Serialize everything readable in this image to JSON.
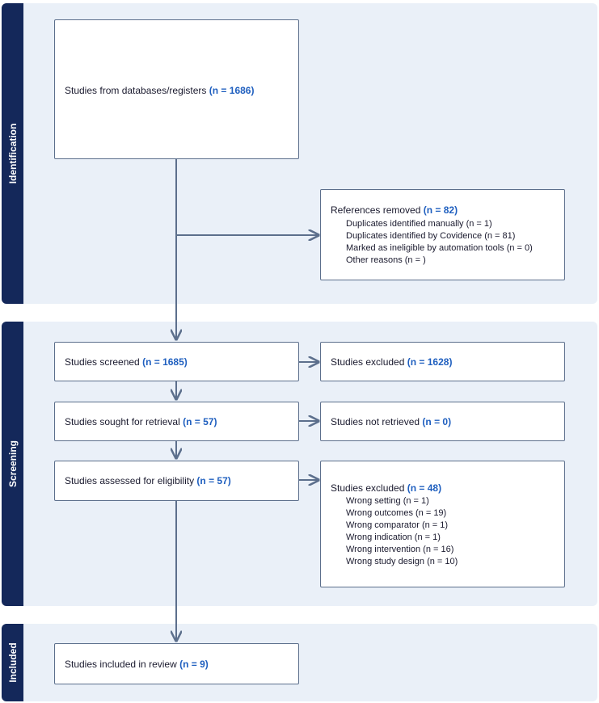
{
  "phases": {
    "identification": "Identification",
    "screening": "Screening",
    "included": "Included"
  },
  "boxes": {
    "databases": {
      "label": "Studies from databases/registers",
      "count": "(n = 1686)"
    },
    "removed": {
      "label": "References removed",
      "count": "(n = 82)",
      "items": [
        "Duplicates identified manually (n = 1)",
        "Duplicates identified by Covidence (n = 81)",
        "Marked as ineligible by automation tools (n = 0)",
        "Other reasons (n = )"
      ]
    },
    "screened": {
      "label": "Studies screened",
      "count": "(n = 1685)"
    },
    "excluded_screen": {
      "label": "Studies excluded",
      "count": "(n = 1628)"
    },
    "retrieval": {
      "label": "Studies sought for retrieval",
      "count": "(n = 57)"
    },
    "not_retrieved": {
      "label": "Studies not retrieved",
      "count": "(n = 0)"
    },
    "eligibility": {
      "label": "Studies assessed for eligibility",
      "count": "(n = 57)"
    },
    "excluded_full": {
      "label": "Studies excluded",
      "count": "(n = 48)",
      "items": [
        "Wrong setting (n = 1)",
        "Wrong outcomes (n = 19)",
        "Wrong comparator (n = 1)",
        "Wrong indication (n = 1)",
        "Wrong intervention (n = 16)",
        "Wrong study design (n = 10)"
      ]
    },
    "included": {
      "label": "Studies included in review",
      "count": "(n = 9)"
    }
  },
  "colors": {
    "phase_background": "#eaf0f8",
    "phase_label": "#14285a",
    "count_text": "#1f5fbf",
    "arrow": "#5c6f8c"
  }
}
